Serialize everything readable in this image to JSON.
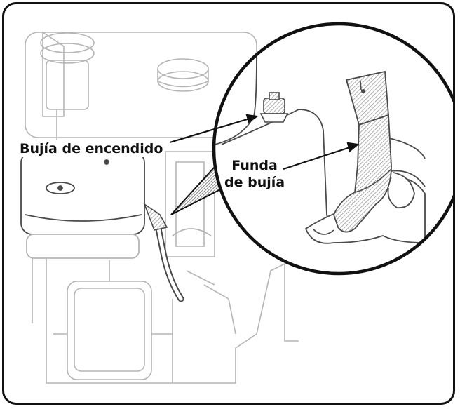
{
  "labels": {
    "spark_plug": "Bujía de encendido",
    "plug_boot_line1": "Funda",
    "plug_boot_line2": "de bujía"
  },
  "colors": {
    "frame": "#111111",
    "line_art": "#4a4a4a",
    "faint_line": "#b5b5b5",
    "hatch_fill": "#cfcfcf"
  }
}
